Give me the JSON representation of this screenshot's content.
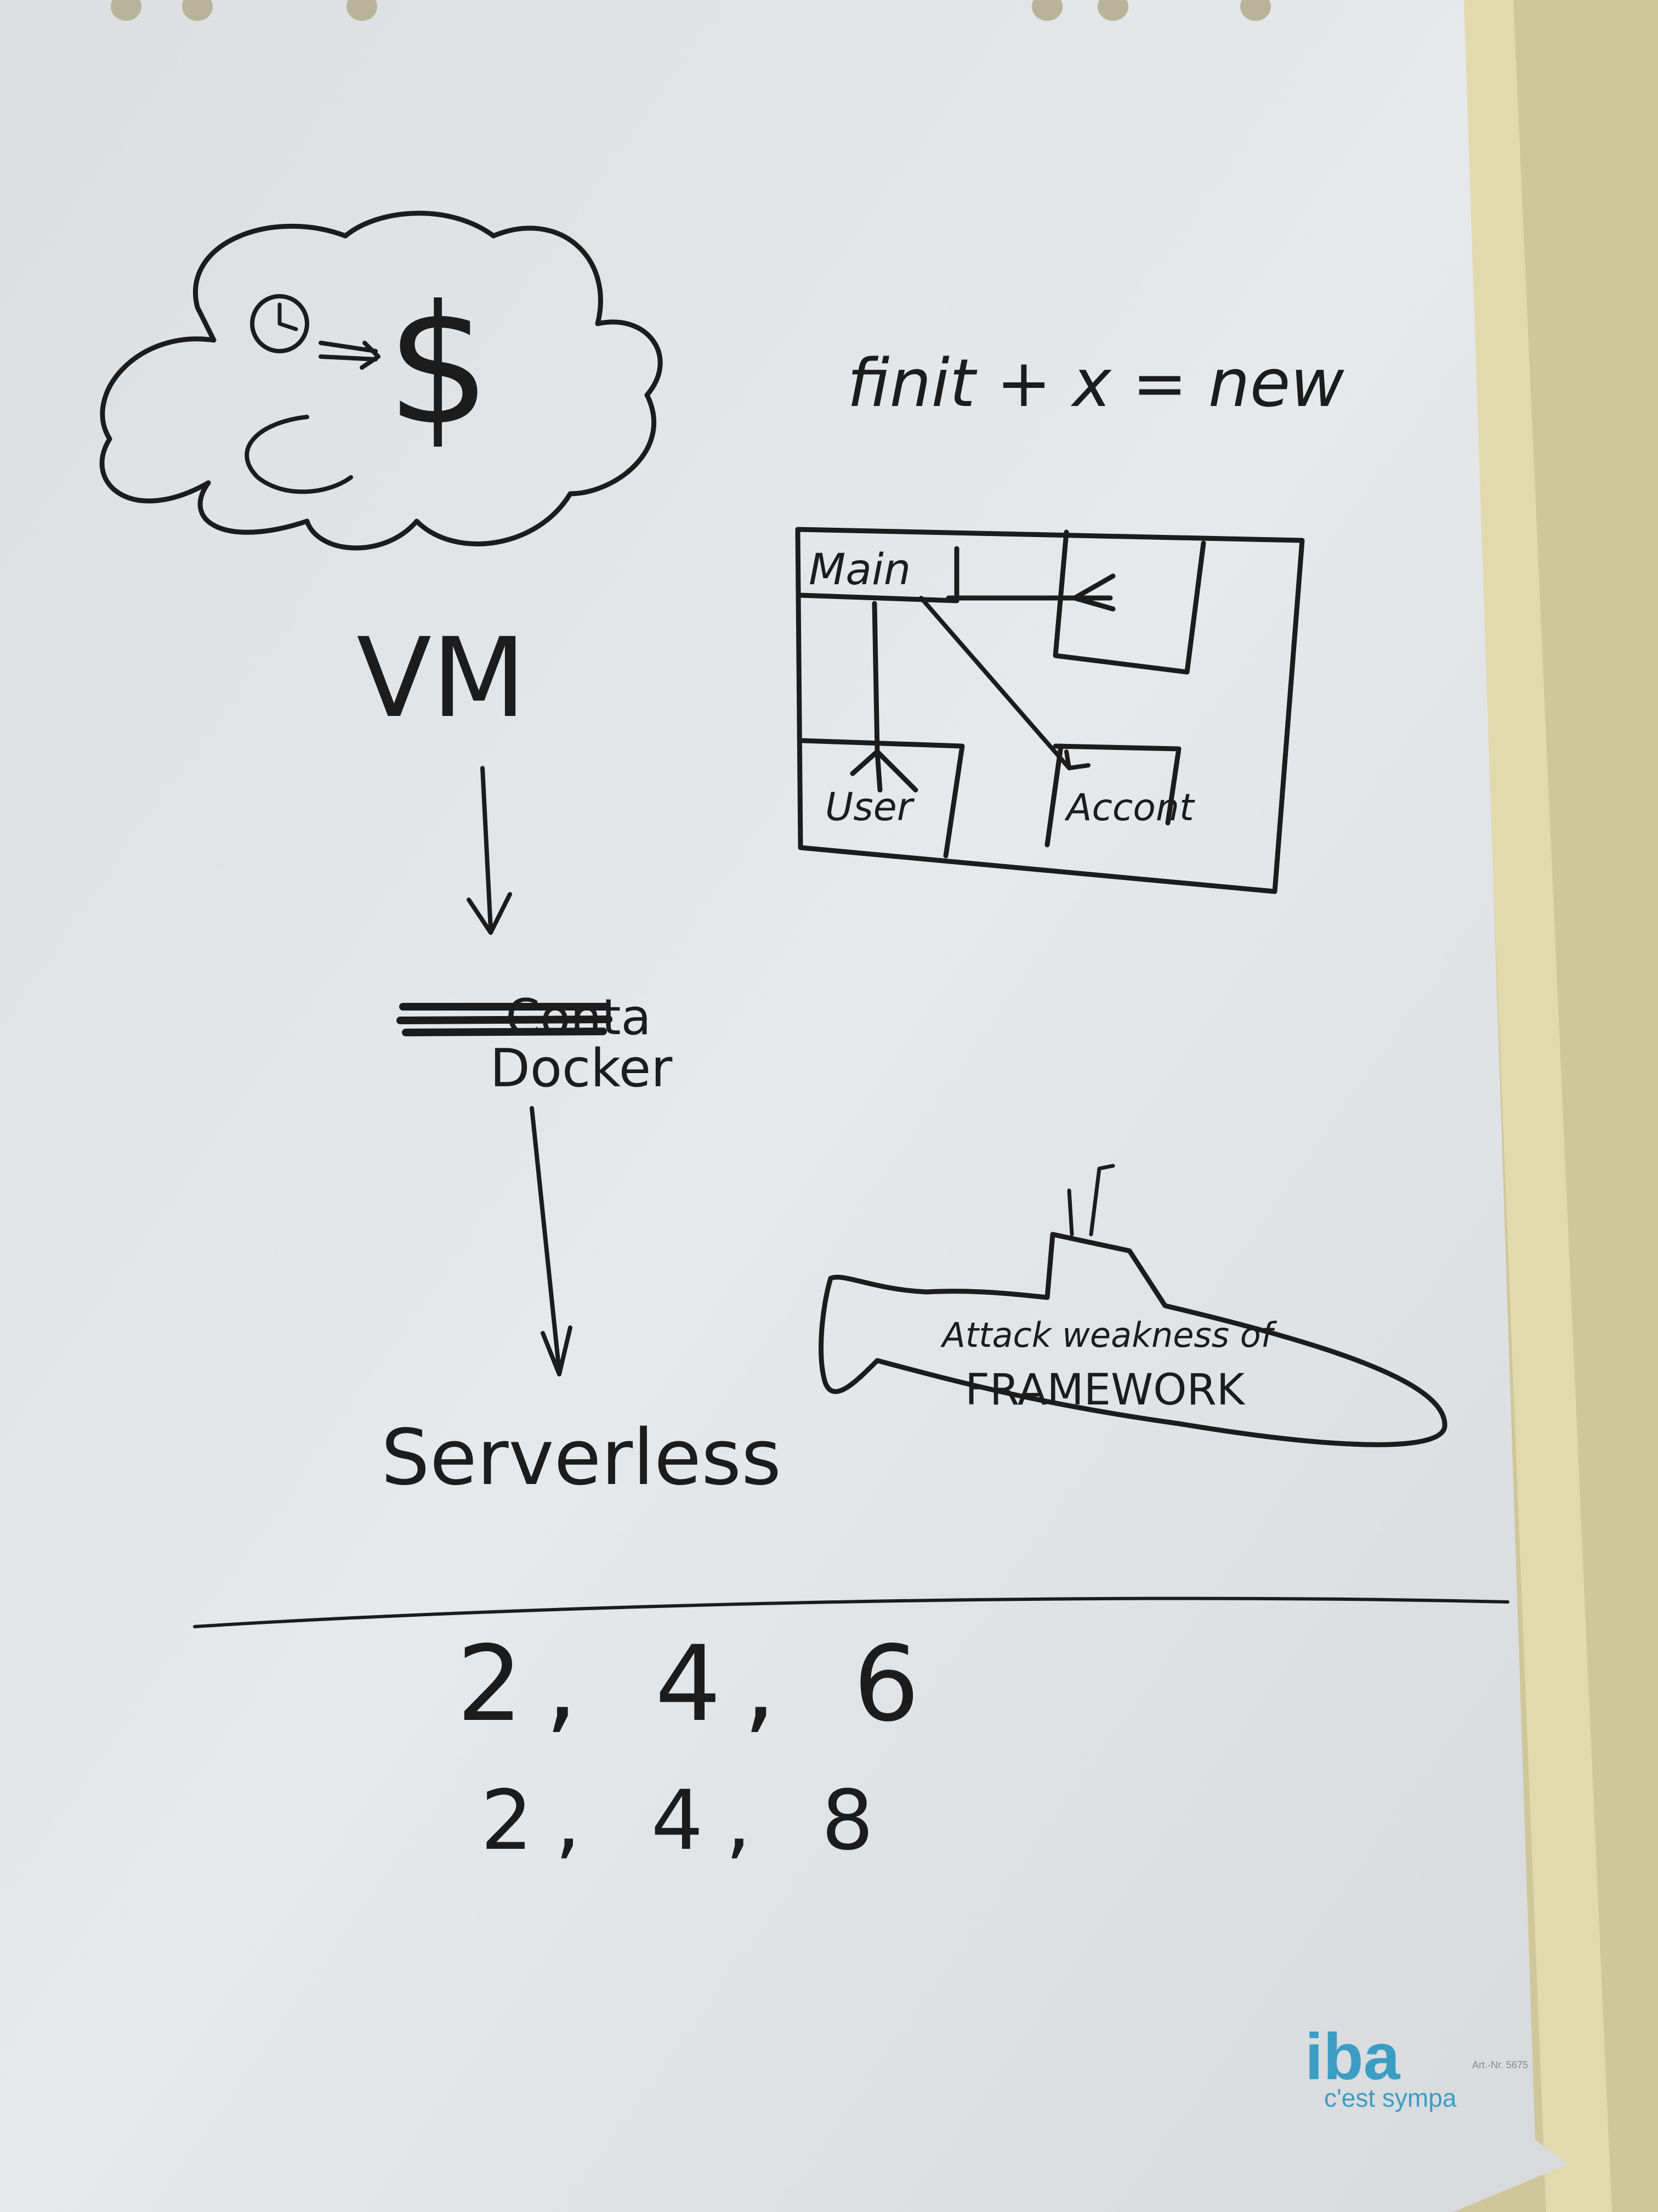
{
  "flipchart": {
    "paper_color": "#e4e6e8",
    "backing_color": "#d8d2a8",
    "ink_color": "#1c1c1c",
    "logo_color": "#3a9ec4"
  },
  "sketches": {
    "cloud": {
      "icon": "clock-icon",
      "arrow": "arrow-right-icon",
      "symbol": "$"
    },
    "formula": "finit + x = new",
    "app_diagram": {
      "main": "Main",
      "user": "User",
      "account": "Accont"
    },
    "pipeline": {
      "step1": "VM",
      "step2_struck": "Conta",
      "step2": "Docker",
      "step3": "Serverless"
    },
    "submarine": {
      "line1": "Attack weakness of",
      "line2": "FRAMEWORK"
    },
    "sequences": {
      "row1": "2, 4, 6",
      "row2": "2, 4, 8"
    }
  },
  "logo": {
    "brand": "iba",
    "tagline": "c'est sympa",
    "article": "Art.-Nr. 5675"
  }
}
